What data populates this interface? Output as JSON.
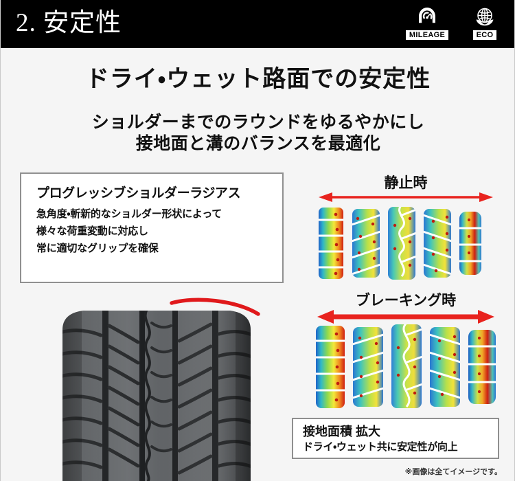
{
  "header": {
    "title": "2. 安定性",
    "badges": [
      {
        "icon": "mileage-gauge-icon",
        "label": "MILEAGE"
      },
      {
        "icon": "eco-globe-leaf-icon",
        "label": "ECO"
      }
    ]
  },
  "headings": {
    "main": "ドライ・ウェット路面での安定性",
    "sub_line1": "ショルダーまでのラウンドをゆるやかにし",
    "sub_line2": "接地面と溝のバランスを最適化"
  },
  "info_box": {
    "title": "プログレッシブショルダーラジアス",
    "lines": [
      "急角度・斬新的なショルダー形状によって",
      "様々な荷重変動に対応し",
      "常に適切なグリップを確保"
    ]
  },
  "comparison": {
    "static_label": "静止時",
    "braking_label": "ブレーキング時",
    "arrow_icon": "double-headed-arrow-icon",
    "footprint_icon": "tire-contact-pressure-heatmap"
  },
  "tire": {
    "image_name": "tire-tread-photo",
    "highlight_icon": "red-shoulder-radius-arc"
  },
  "caption": {
    "title": "接地面積 拡大",
    "sub": "ドライ・ウェット共に安定性が向上"
  },
  "disclaimer": "※画像は全てイメージです。",
  "colors": {
    "header_bg": "#000000",
    "page_bg": "#f5f5f5",
    "accent_red": "#e8231e",
    "box_border": "#909090",
    "text": "#111111"
  }
}
